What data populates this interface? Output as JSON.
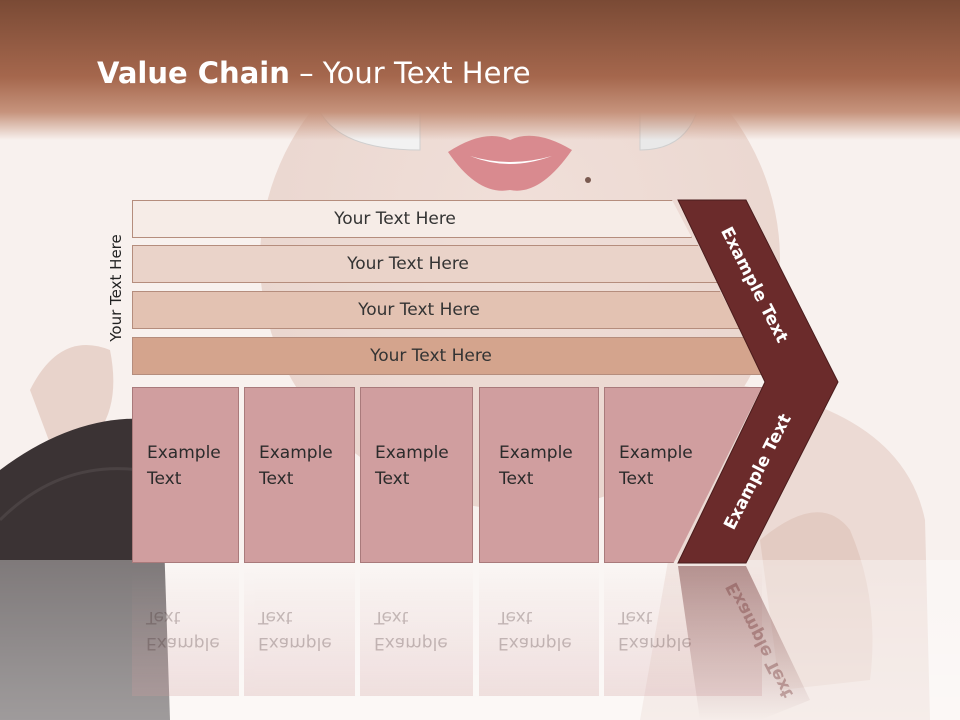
{
  "title": {
    "bold": "Value Chain",
    "rest": " – Your Text Here"
  },
  "side_label": "Your Text Here",
  "bars": [
    {
      "label": "Your Text Here",
      "color": "#f6ece7"
    },
    {
      "label": "Your Text Here",
      "color": "#ead3c9"
    },
    {
      "label": "Your Text Here",
      "color": "#e3c2b2"
    },
    {
      "label": "Your Text Here",
      "color": "#d4a48d"
    }
  ],
  "boxes": [
    {
      "line1": "Example",
      "line2": "Text"
    },
    {
      "line1": "Example",
      "line2": "Text"
    },
    {
      "line1": "Example",
      "line2": "Text"
    },
    {
      "line1": "Example",
      "line2": "Text"
    },
    {
      "line1": "Example",
      "line2": "Text"
    }
  ],
  "chevron": {
    "upper_label": "Example Text",
    "lower_label": "Example Text",
    "color": "#6b2b2b"
  },
  "colors": {
    "title_bar": "#8f583f",
    "box_fill": "#d09e9f",
    "chevron": "#6b2b2b"
  }
}
